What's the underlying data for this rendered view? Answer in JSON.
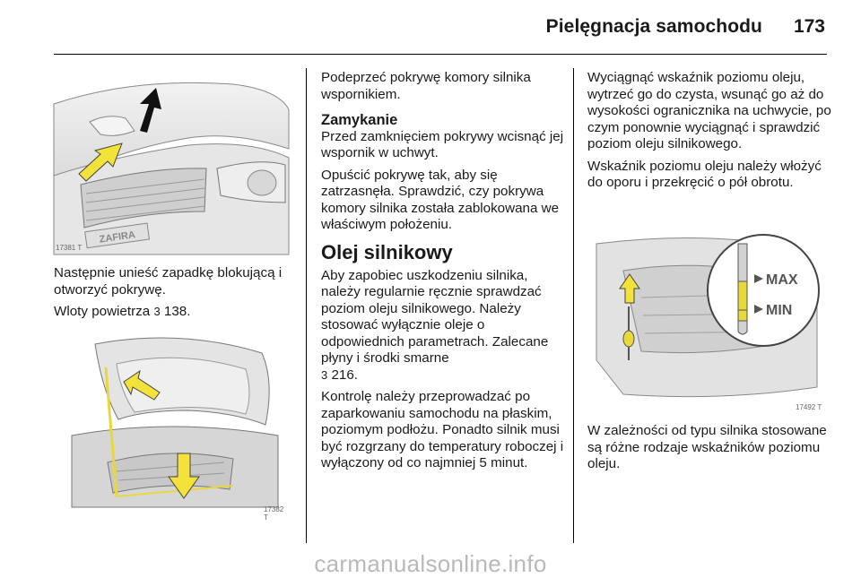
{
  "header": {
    "title": "Pielęgnacja samochodu",
    "page_number": "173"
  },
  "column1": {
    "figure1": {
      "id": "17381 T",
      "badge_text": "ZAFIRA"
    },
    "para1": "Następnie unieść zapadkę blokującą i otworzyć pokrywę.",
    "para2_text": "Wloty powietrza",
    "para2_ref": "138.",
    "figure2": {
      "id": "17382 T"
    }
  },
  "column2": {
    "para1": "Podeprzeć pokrywę komory silnika wspornikiem.",
    "closing_heading": "Zamykanie",
    "para2": "Przed zamknięciem pokrywy wcisnąć jej wspornik w uchwyt.",
    "para3": "Opuścić pokrywę tak, aby się zatrzasnęła. Sprawdzić, czy pokrywa komory silnika została zablokowana we właściwym położeniu.",
    "oil_heading": "Olej silnikowy",
    "para4_text": "Aby zapobiec uszkodzeniu silnika, należy regularnie ręcznie sprawdzać poziom oleju silnikowego. Należy stosować wyłącznie oleje o odpowiednich parametrach. Zalecane płyny i środki smarne",
    "para4_ref": "216.",
    "para5": "Kontrolę należy przeprowadzać po zaparkowaniu samochodu na płaskim, poziomym podłożu. Ponadto silnik musi być rozgrzany do temperatury roboczej i wyłączony od co najmniej 5 minut."
  },
  "column3": {
    "para1": "Wyciągnąć wskaźnik poziomu oleju, wytrzeć go do czysta, wsunąć go aż do wysokości ogranicznika na uchwycie, po czym ponownie wyciągnąć i sprawdzić poziom oleju silnikowego.",
    "para2": "Wskaźnik poziomu oleju należy włożyć do oporu i przekręcić o pół obrotu.",
    "figure3": {
      "id": "17492 T",
      "max_label": "MAX",
      "min_label": "MIN"
    },
    "para3": "W zależności od typu silnika stosowane są różne rodzaje wskaźników poziomu oleju."
  },
  "cross_ref_symbol": "3",
  "watermark": "carmanualsonline.info",
  "colors": {
    "arrow_yellow": "#f2e23a",
    "dipstick_yellow": "#e8d83a"
  }
}
